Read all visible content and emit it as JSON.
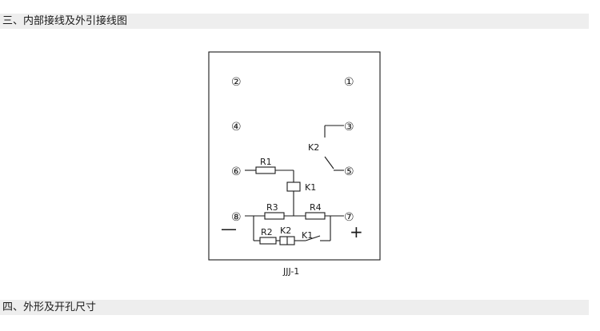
{
  "sections": {
    "wiring_title": "三、内部接线及外引接线图",
    "dimensions_title": "四、外形及开孔尺寸"
  },
  "diagram": {
    "model": "JJJ-1",
    "terminals": {
      "t1": "①",
      "t2": "②",
      "t3": "③",
      "t4": "④",
      "t5": "⑤",
      "t6": "⑥",
      "t7": "⑦",
      "t8": "⑧"
    },
    "components": {
      "r1": "R1",
      "r2": "R2",
      "r3": "R3",
      "r4": "R4",
      "k1_coil": "K1",
      "k2_coil": "K2",
      "k1_contact": "K1",
      "k2_contact": "K2"
    },
    "polarity": {
      "minus": "—",
      "plus": "+"
    }
  }
}
